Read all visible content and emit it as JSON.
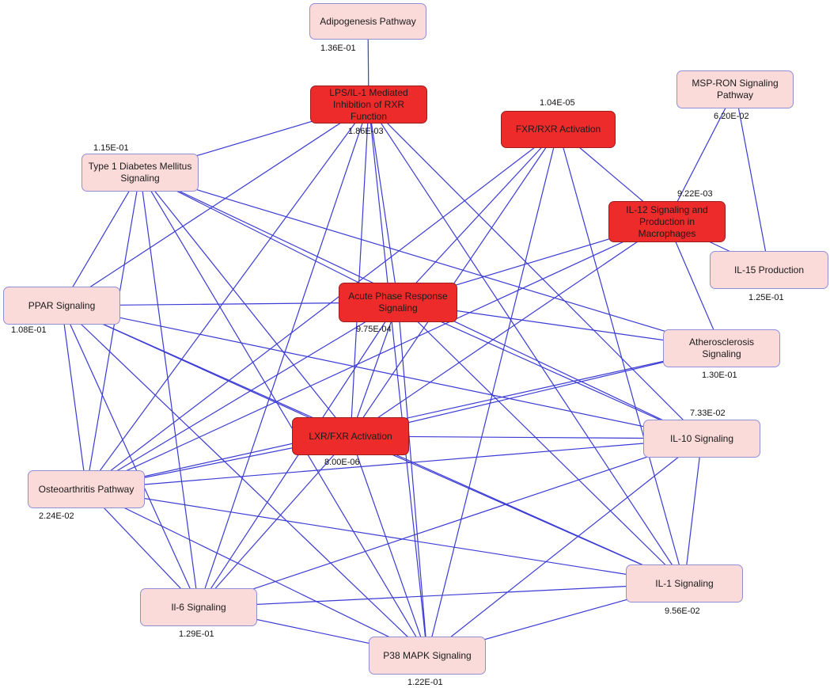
{
  "colors": {
    "edge": "#3b3bd6",
    "node_low": "#fbdada",
    "node_high": "#ee2b2b"
  },
  "nodes": [
    {
      "id": "adipogenesis",
      "label": "Adipogenesis Pathway",
      "pvalue": "1.36E-01",
      "highlight": false
    },
    {
      "id": "lps",
      "label": "LPS/IL-1 Mediated Inhibition of RXR Function",
      "pvalue": "1.86E-03",
      "highlight": true
    },
    {
      "id": "fxr",
      "label": "FXR/RXR Activation",
      "pvalue": "1.04E-05",
      "highlight": true
    },
    {
      "id": "msp",
      "label": "MSP-RON Signaling Pathway",
      "pvalue": "6.20E-02",
      "highlight": false
    },
    {
      "id": "t1d",
      "label": "Type 1 Diabetes Mellitus Signaling",
      "pvalue": "1.15E-01",
      "highlight": false
    },
    {
      "id": "il12",
      "label": "IL-12 Signaling and Production in Macrophages",
      "pvalue": "9.22E-03",
      "highlight": true
    },
    {
      "id": "il15",
      "label": "IL-15 Production",
      "pvalue": "1.25E-01",
      "highlight": false
    },
    {
      "id": "ppar",
      "label": "PPAR Signaling",
      "pvalue": "1.08E-01",
      "highlight": false
    },
    {
      "id": "acute",
      "label": "Acute Phase Response Signaling",
      "pvalue": "9.75E-04",
      "highlight": true
    },
    {
      "id": "athero",
      "label": "Atherosclerosis Signaling",
      "pvalue": "1.30E-01",
      "highlight": false
    },
    {
      "id": "lxr",
      "label": "LXR/FXR Activation",
      "pvalue": "8.00E-06",
      "highlight": true
    },
    {
      "id": "il10",
      "label": "IL-10 Signaling",
      "pvalue": "7.33E-02",
      "highlight": false
    },
    {
      "id": "osteo",
      "label": "Osteoarthritis Pathway",
      "pvalue": "2.24E-02",
      "highlight": false
    },
    {
      "id": "il1",
      "label": "IL-1 Signaling",
      "pvalue": "9.56E-02",
      "highlight": false
    },
    {
      "id": "il6",
      "label": "Il-6 Signaling",
      "pvalue": "1.29E-01",
      "highlight": false
    },
    {
      "id": "p38",
      "label": "P38 MAPK Signaling",
      "pvalue": "1.22E-01",
      "highlight": false
    }
  ],
  "edges": [
    [
      "adipogenesis",
      "lps"
    ],
    [
      "lps",
      "t1d"
    ],
    [
      "lps",
      "ppar"
    ],
    [
      "lps",
      "osteo"
    ],
    [
      "lps",
      "il6"
    ],
    [
      "lps",
      "acute"
    ],
    [
      "lps",
      "lxr"
    ],
    [
      "lps",
      "p38"
    ],
    [
      "lps",
      "il10"
    ],
    [
      "lps",
      "il1"
    ],
    [
      "fxr",
      "acute"
    ],
    [
      "fxr",
      "lxr"
    ],
    [
      "fxr",
      "il12"
    ],
    [
      "fxr",
      "il1"
    ],
    [
      "fxr",
      "osteo"
    ],
    [
      "fxr",
      "p38"
    ],
    [
      "msp",
      "il12"
    ],
    [
      "msp",
      "il15"
    ],
    [
      "il12",
      "il15"
    ],
    [
      "il12",
      "acute"
    ],
    [
      "il12",
      "lxr"
    ],
    [
      "il12",
      "osteo"
    ],
    [
      "il12",
      "athero"
    ],
    [
      "t1d",
      "acute"
    ],
    [
      "t1d",
      "lxr"
    ],
    [
      "t1d",
      "osteo"
    ],
    [
      "t1d",
      "il6"
    ],
    [
      "t1d",
      "ppar"
    ],
    [
      "t1d",
      "p38"
    ],
    [
      "t1d",
      "athero"
    ],
    [
      "t1d",
      "il10"
    ],
    [
      "ppar",
      "acute"
    ],
    [
      "ppar",
      "lxr"
    ],
    [
      "ppar",
      "osteo"
    ],
    [
      "ppar",
      "il6"
    ],
    [
      "ppar",
      "p38"
    ],
    [
      "ppar",
      "il10"
    ],
    [
      "ppar",
      "il1"
    ],
    [
      "acute",
      "lxr"
    ],
    [
      "acute",
      "il10"
    ],
    [
      "acute",
      "il1"
    ],
    [
      "acute",
      "osteo"
    ],
    [
      "acute",
      "il6"
    ],
    [
      "acute",
      "p38"
    ],
    [
      "acute",
      "athero"
    ],
    [
      "athero",
      "lxr"
    ],
    [
      "athero",
      "osteo"
    ],
    [
      "lxr",
      "il10"
    ],
    [
      "lxr",
      "il1"
    ],
    [
      "lxr",
      "osteo"
    ],
    [
      "lxr",
      "il6"
    ],
    [
      "lxr",
      "p38"
    ],
    [
      "il10",
      "osteo"
    ],
    [
      "il10",
      "il6"
    ],
    [
      "il10",
      "p38"
    ],
    [
      "il10",
      "il1"
    ],
    [
      "osteo",
      "il6"
    ],
    [
      "osteo",
      "p38"
    ],
    [
      "osteo",
      "il1"
    ],
    [
      "il1",
      "il6"
    ],
    [
      "il1",
      "p38"
    ],
    [
      "il6",
      "p38"
    ]
  ]
}
